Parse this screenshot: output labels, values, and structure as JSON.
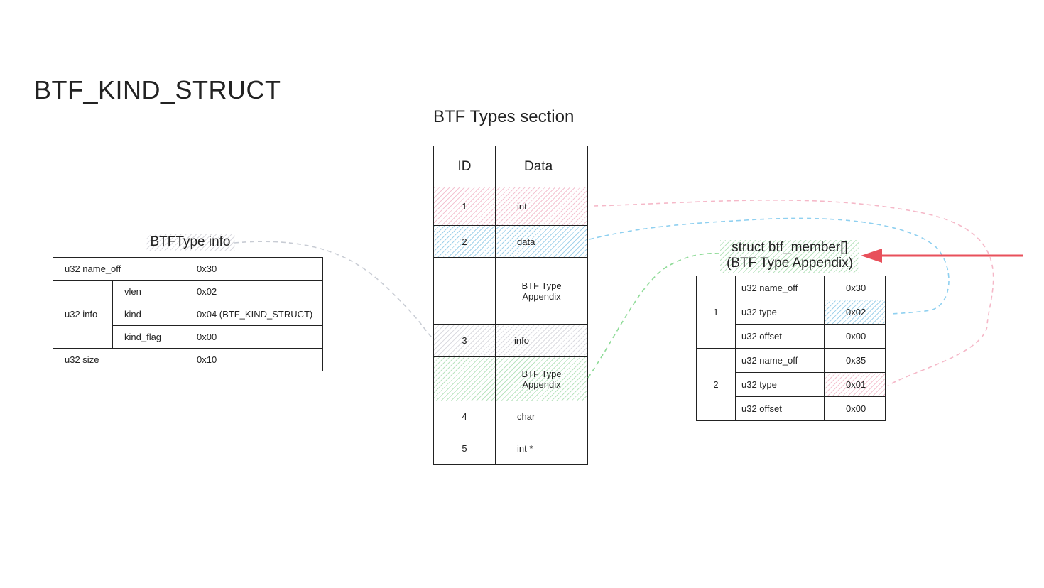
{
  "title": "BTF_KIND_STRUCT",
  "section_title": "BTF Types section",
  "btftype_info": {
    "label": "BTFType info",
    "rows": {
      "name_off": {
        "field": "u32 name_off",
        "value": "0x30"
      },
      "info_label": "u32 info",
      "vlen": {
        "field": "vlen",
        "value": "0x02"
      },
      "kind": {
        "field": "kind",
        "value": "0x04 (BTF_KIND_STRUCT)"
      },
      "kind_flag": {
        "field": "kind_flag",
        "value": "0x00"
      },
      "size": {
        "field": "u32 size",
        "value": "0x10"
      }
    }
  },
  "types_table": {
    "headers": {
      "id": "ID",
      "data": "Data"
    },
    "rows": [
      {
        "id": "1",
        "data": "int"
      },
      {
        "id": "2",
        "data": "data"
      },
      {
        "id": "",
        "data_line1": "BTF Type",
        "data_line2": "Appendix"
      },
      {
        "id": "3",
        "data": "info"
      },
      {
        "id": "",
        "data_line1": "BTF Type",
        "data_line2": "Appendix"
      },
      {
        "id": "4",
        "data": "char"
      },
      {
        "id": "5",
        "data": "int *"
      }
    ]
  },
  "member_array": {
    "label_line1": "struct btf_member[]",
    "label_line2": "(BTF Type Appendix)",
    "members": [
      {
        "index": "1",
        "name_off": {
          "field": "u32 name_off",
          "value": "0x30"
        },
        "type": {
          "field": "u32 type",
          "value": "0x02"
        },
        "offset": {
          "field": "u32 offset",
          "value": "0x00"
        }
      },
      {
        "index": "2",
        "name_off": {
          "field": "u32 name_off",
          "value": "0x35"
        },
        "type": {
          "field": "u32 type",
          "value": "0x01"
        },
        "offset": {
          "field": "u32 offset",
          "value": "0x00"
        }
      }
    ]
  },
  "colors": {
    "arrow": "#e8505b",
    "link_pink": "#f5b8c8",
    "link_blue": "#8fd0f0",
    "link_green": "#8fdb98",
    "link_gray": "#c8ccd4"
  }
}
